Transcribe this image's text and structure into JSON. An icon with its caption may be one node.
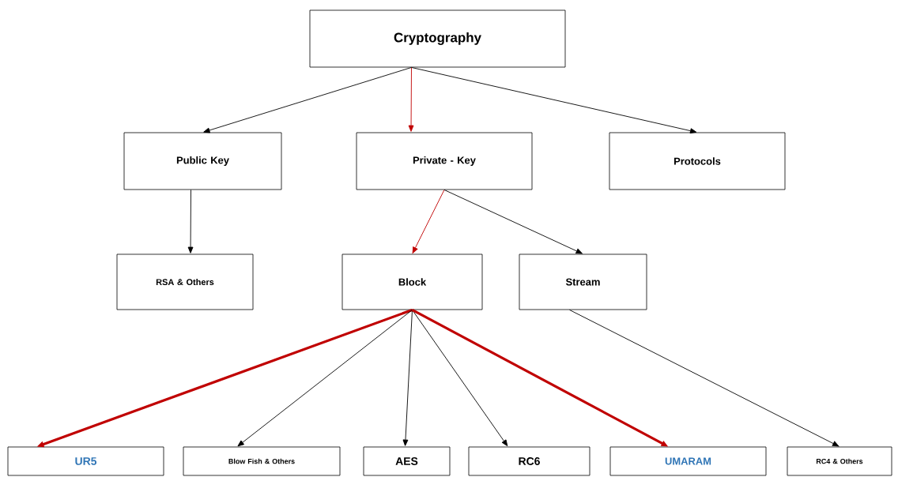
{
  "diagram": {
    "nodes": [
      {
        "text": [
          "Cryptography"
        ]
      },
      {
        "text": [
          "Public Key"
        ]
      },
      {
        "text": [
          "Private - Key"
        ]
      },
      {
        "text": [
          "Protocols"
        ]
      },
      {
        "text": [
          "RSA & Others"
        ]
      },
      {
        "text": [
          "Block"
        ]
      },
      {
        "text": [
          "Stream"
        ]
      },
      {
        "text": [
          "UR5"
        ]
      },
      {
        "text": [
          "Blow Fish & Others"
        ]
      },
      {
        "text": [
          "AES"
        ]
      },
      {
        "text": [
          "RC6"
        ]
      },
      {
        "text": [
          "UMARAM"
        ]
      },
      {
        "text": [
          "RC4 & Others"
        ]
      }
    ],
    "edges": [
      {
        "from": 0,
        "to": 1,
        "arrow": "to"
      },
      {
        "from": 0,
        "to": 2,
        "arrow": "to",
        "color": "#c00000"
      },
      {
        "from": 0,
        "to": 3,
        "arrow": "to"
      },
      {
        "from": 1,
        "to": 4,
        "arrow": "to"
      },
      {
        "from": 2,
        "to": 5,
        "arrow": "to",
        "color": "#c00000"
      },
      {
        "from": 2,
        "to": 6,
        "arrow": "to"
      },
      {
        "from": 5,
        "to": 7,
        "arrow": "to",
        "style": "thick",
        "color": "#c00000"
      },
      {
        "from": 5,
        "to": 8,
        "arrow": "to"
      },
      {
        "from": 5,
        "to": 9,
        "arrow": "to"
      },
      {
        "from": 5,
        "to": 10,
        "arrow": "to"
      },
      {
        "from": 5,
        "to": 11,
        "arrow": "to",
        "style": "thick",
        "color": "#c00000"
      },
      {
        "from": 6,
        "to": 12,
        "arrow": "to"
      }
    ]
  }
}
